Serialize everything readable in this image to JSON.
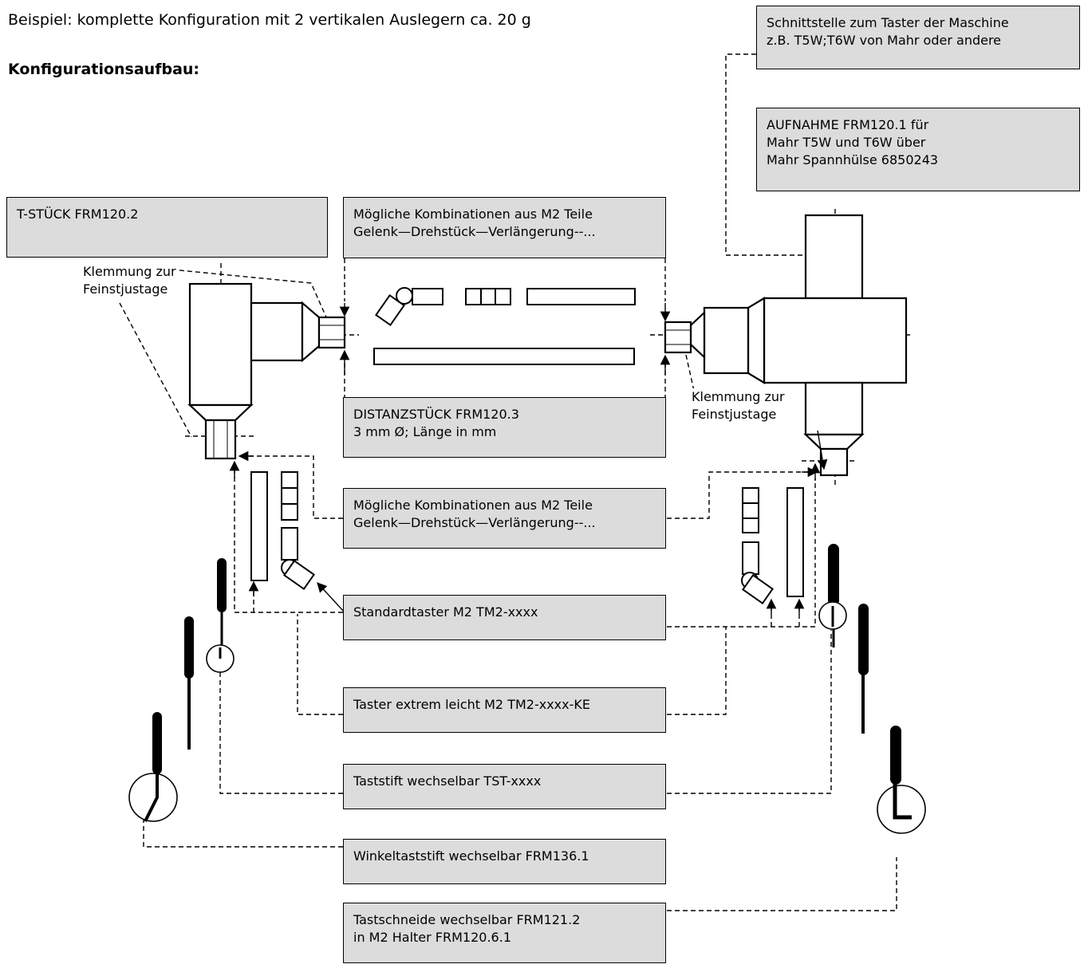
{
  "intro": "Beispiel: komplette Konfiguration mit 2 vertikalen Auslegern ca. 20 g",
  "heading": "Konfigurationsaufbau:",
  "boxes": {
    "interface": {
      "line1": "Schnittstelle zum Taster der Maschine",
      "line2": "z.B. T5W;T6W von Mahr oder andere"
    },
    "aufnahme": {
      "line1": "AUFNAHME  FRM120.1 für",
      "line2": "Mahr T5W und T6W über",
      "line3": "Mahr Spannhülse 6850243"
    },
    "tstueck": {
      "line1": "T-STÜCK FRM120.2"
    },
    "combo_top": {
      "line1": "Mögliche Kombinationen aus M2 Teile",
      "line2": "Gelenk—Drehstück—Verlängerung--..."
    },
    "distanz": {
      "line1": "DISTANZSTÜCK FRM120.3",
      "line2": "3 mm Ø; Länge in mm"
    },
    "combo_mid": {
      "line1": "Mögliche Kombinationen aus M2 Teile",
      "line2": "Gelenk—Drehstück—Verlängerung--..."
    },
    "standard": {
      "line1": "Standardtaster M2  TM2-xxxx"
    },
    "leicht": {
      "line1": "Taster extrem leicht M2  TM2-xxxx-KE"
    },
    "taststift": {
      "line1": "Taststift wechselbar  TST-xxxx"
    },
    "winkel": {
      "line1": "Winkeltaststift wechselbar  FRM136.1"
    },
    "schneide": {
      "line1": "Tastschneide wechselbar  FRM121.2",
      "line2": "in M2 Halter FRM120.6.1"
    }
  },
  "labels": {
    "klemmung_left": {
      "line1": "Klemmung zur",
      "line2": "Feinstjustage"
    },
    "klemmung_right": {
      "line1": "Klemmung zur",
      "line2": "Feinstjustage"
    }
  }
}
